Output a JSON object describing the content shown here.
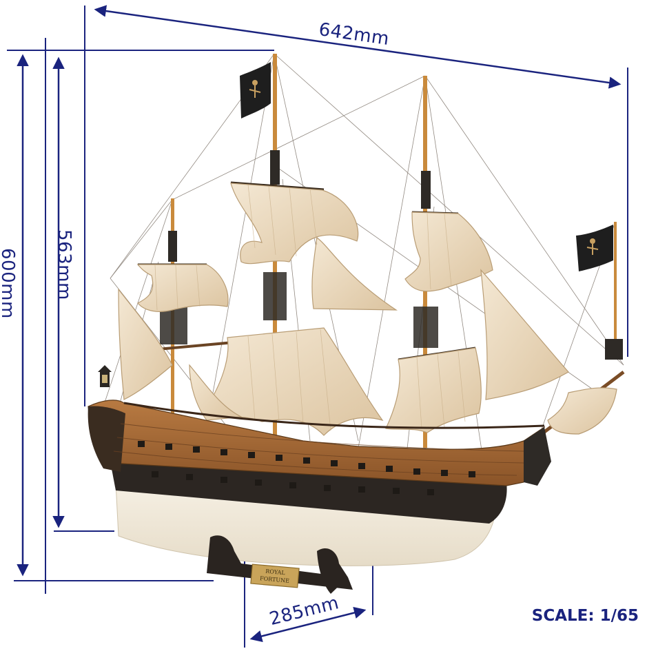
{
  "dimensions": {
    "length": "642mm",
    "height_total": "600mm",
    "height_hull": "563mm",
    "width": "285mm"
  },
  "scale": "SCALE: 1/65",
  "nameplate": {
    "line1": "ROYAL",
    "line2": "FORTUNE"
  },
  "colors": {
    "dimension_lines": "#1a237e",
    "sail": "#ecdcc2",
    "hull_upper": "#a86a36",
    "hull_dark": "#2c2622",
    "hull_lower": "#f1ebde",
    "flag": "#1e1e1e"
  },
  "icons": {
    "flag_emblem": "pirate-flag-icon"
  }
}
